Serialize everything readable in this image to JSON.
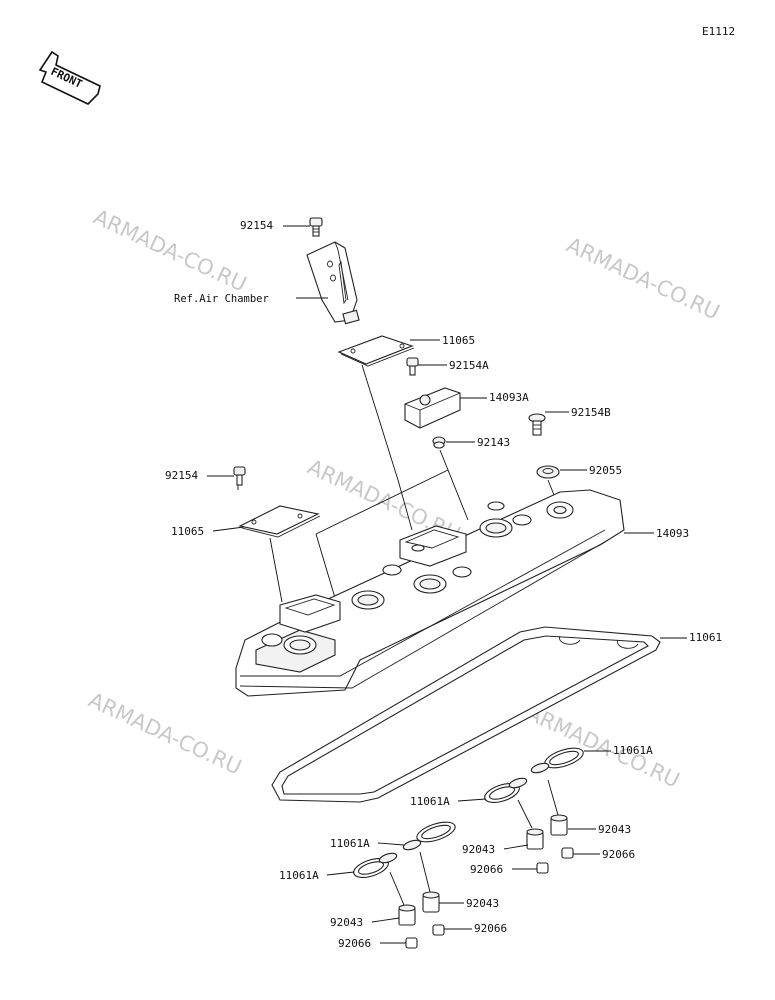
{
  "diagram_code": "E1112",
  "front_label": "FRONT",
  "watermark": "ARMADA-CO.RU",
  "reference_label": "Ref.Air Chamber",
  "parts": {
    "bolt_top": "92154",
    "bolt_left": "92154",
    "plate_top": "11065",
    "plate_left": "11065",
    "bolt_a": "92154A",
    "cover_a": "14093A",
    "bolt_b": "92154B",
    "grommet": "92143",
    "washer": "92055",
    "cylinder_cover": "14093",
    "gasket": "11061",
    "gasket_a_1": "11061A",
    "gasket_a_2": "11061A",
    "gasket_a_3": "11061A",
    "gasket_a_4": "11061A",
    "collar_1": "92043",
    "collar_2": "92043",
    "collar_3": "92043",
    "collar_4": "92043",
    "cap_1": "92066",
    "cap_2": "92066",
    "cap_3": "92066",
    "cap_4": "92066"
  }
}
